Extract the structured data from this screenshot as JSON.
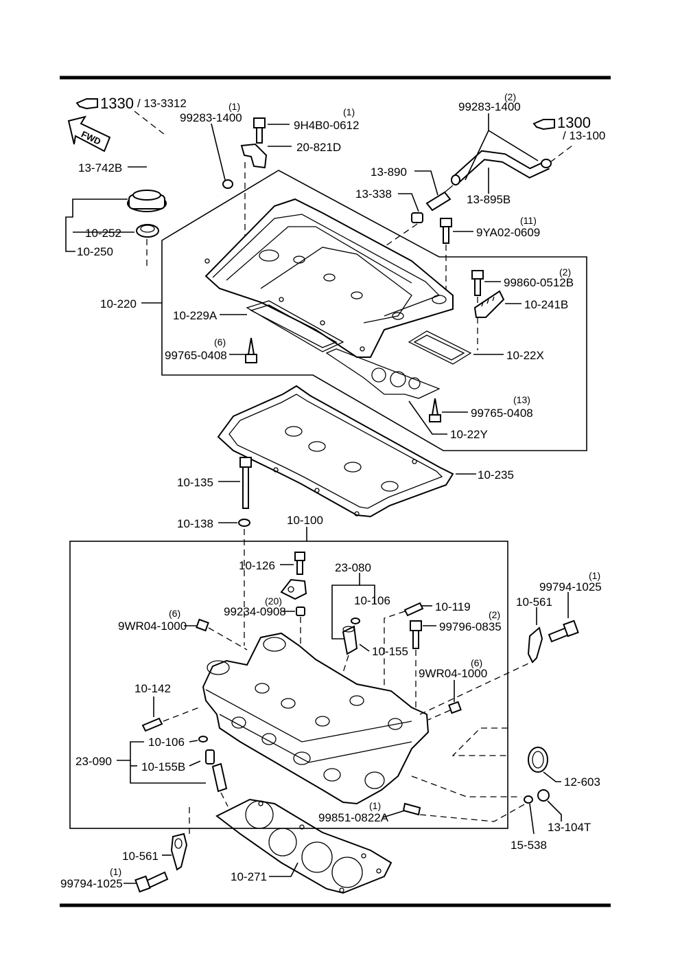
{
  "diagram": {
    "refs": {
      "ref_1330": "1330",
      "ref_13_3312": "/ 13-3312",
      "ref_1300": "1300",
      "ref_13_100": "/ 13-100",
      "fwd": "FWD"
    },
    "labels": {
      "p_99283_1400_a": "99283-1400",
      "q_99283_1400_a": "(1)",
      "p_9H4B0_0612": "9H4B0-0612",
      "q_9H4B0_0612": "(1)",
      "p_20_821D": "20-821D",
      "p_13_742B": "13-742B",
      "p_10_252": "10-252",
      "p_10_250": "10-250",
      "p_99283_1400_b": "99283-1400",
      "q_99283_1400_b": "(2)",
      "p_13_890": "13-890",
      "p_13_338": "13-338",
      "p_13_895B": "13-895B",
      "p_9YA02_0609": "9YA02-0609",
      "q_9YA02_0609": "(11)",
      "p_10_220": "10-220",
      "p_10_229A": "10-229A",
      "p_99765_0408_a": "99765-0408",
      "q_99765_0408_a": "(6)",
      "p_99860_0512B": "99860-0512B",
      "q_99860_0512B": "(2)",
      "p_10_241B": "10-241B",
      "p_10_22X": "10-22X",
      "p_99765_0408_b": "99765-0408",
      "q_99765_0408_b": "(13)",
      "p_10_22Y": "10-22Y",
      "p_10_235": "10-235",
      "p_10_135": "10-135",
      "p_10_138": "10-138",
      "p_10_100": "10-100",
      "p_10_126": "10-126",
      "p_23_080": "23-080",
      "p_10_106_a": "10-106",
      "p_99234_0908": "99234-0908",
      "q_99234_0908": "(20)",
      "p_9WR04_1000_a": "9WR04-1000",
      "q_9WR04_1000_a": "(6)",
      "p_10_155": "10-155",
      "p_10_119": "10-119",
      "p_99796_0835": "99796-0835",
      "q_99796_0835": "(2)",
      "p_9WR04_1000_b": "9WR04-1000",
      "q_9WR04_1000_b": "(6)",
      "p_10_561_a": "10-561",
      "p_99794_1025_a": "99794-1025",
      "q_99794_1025_a": "(1)",
      "p_10_142": "10-142",
      "p_23_090": "23-090",
      "p_10_106_b": "10-106",
      "p_10_155B": "10-155B",
      "p_12_603": "12-603",
      "p_99851_0822A": "99851-0822A",
      "q_99851_0822A": "(1)",
      "p_13_104T": "13-104T",
      "p_15_538": "15-538",
      "p_10_561_b": "10-561",
      "p_99794_1025_b": "99794-1025",
      "q_99794_1025_b": "(1)",
      "p_10_271": "10-271"
    }
  }
}
